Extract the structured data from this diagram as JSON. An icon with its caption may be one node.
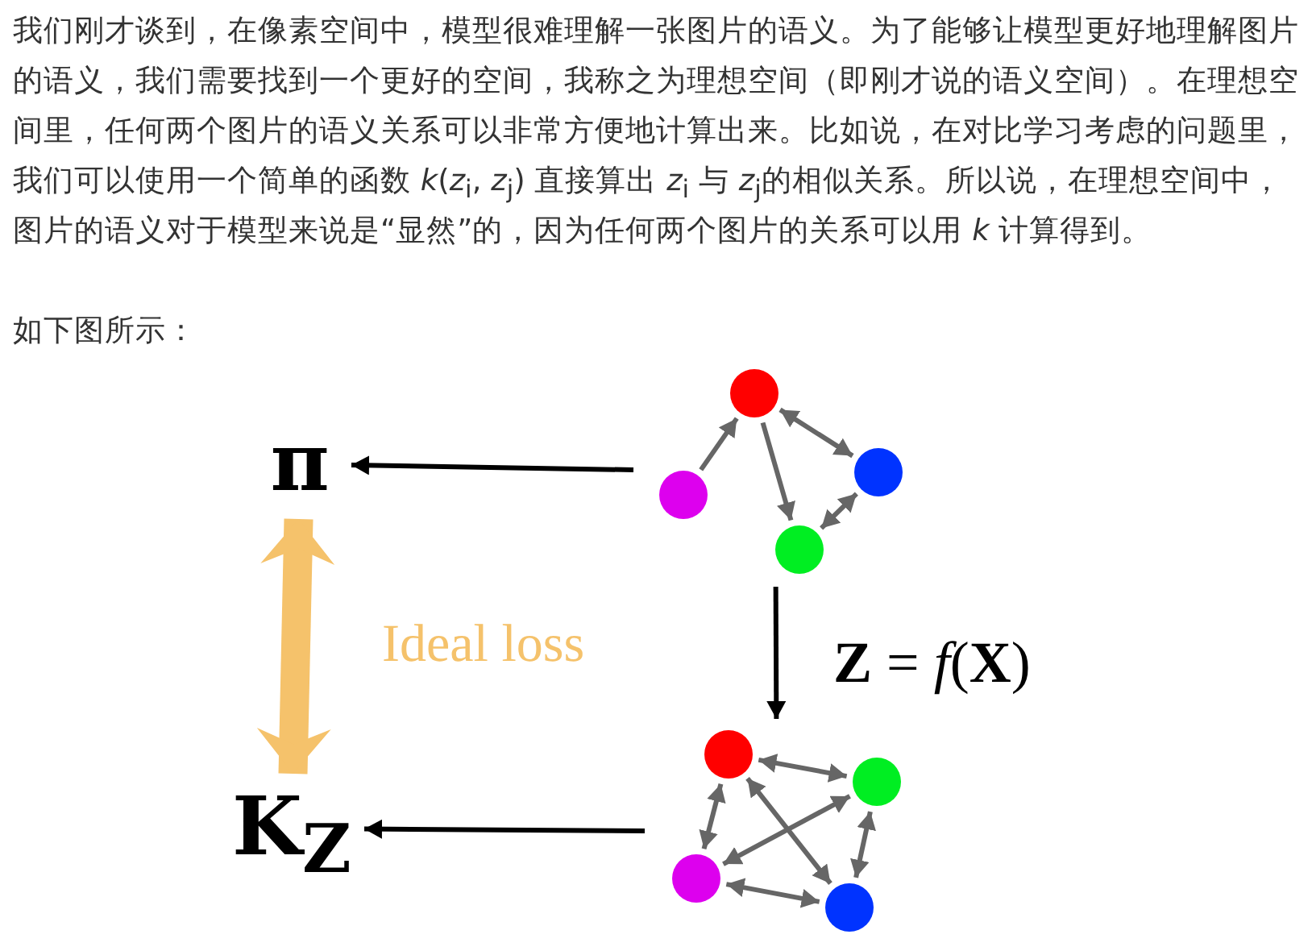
{
  "diagram": {
    "nodes": [
      {
        "text": [
          "π"
        ]
      },
      {
        "text": [],
        "shape": "graph"
      },
      {
        "text": [],
        "shape": "circle",
        "in": 1
      },
      {
        "text": [],
        "shape": "circle",
        "in": 1
      },
      {
        "text": [],
        "shape": "circle",
        "in": 1
      },
      {
        "text": [],
        "shape": "circle",
        "in": 1
      },
      {
        "text": [],
        "shape": "graph"
      },
      {
        "text": [],
        "shape": "circle",
        "in": 6
      },
      {
        "text": [],
        "shape": "circle",
        "in": 6
      },
      {
        "text": [],
        "shape": "circle",
        "in": 6
      },
      {
        "text": [],
        "shape": "circle",
        "in": 6
      },
      {
        "text": [
          "K$_{Z}$"
        ]
      }
    ],
    "edges": [
      {
        "from": 1,
        "to": 0,
        "arrow": "to",
        "color": "#000000"
      },
      {
        "from": 1,
        "to": 6,
        "arrow": "to",
        "label": "**Z** = *f*(**X**)",
        "color": "#000000"
      },
      {
        "from": 6,
        "to": 11,
        "arrow": "to",
        "color": "#000000"
      },
      {
        "from": 0,
        "to": 11,
        "arrow": "both",
        "label": "Ideal loss",
        "color": "#f5c26b",
        "style": "thick"
      },
      {
        "from": 3,
        "to": 2,
        "arrow": "to"
      },
      {
        "from": 2,
        "to": 5,
        "arrow": "to"
      },
      {
        "from": 2,
        "to": 4,
        "arrow": "both"
      },
      {
        "from": 4,
        "to": 5,
        "arrow": "both"
      },
      {
        "from": 7,
        "to": 8,
        "arrow": "both"
      },
      {
        "from": 7,
        "to": 9,
        "arrow": "both"
      },
      {
        "from": 7,
        "to": 10,
        "arrow": "both"
      },
      {
        "from": 9,
        "to": 8,
        "arrow": "both"
      },
      {
        "from": 9,
        "to": 10,
        "arrow": "both"
      },
      {
        "from": 8,
        "to": 10,
        "arrow": "both"
      }
    ],
    "labels": [
      "我们刚才谈到，在像素空间中，模型很难理解一张图片的语义。为了能够让模型更好地理解图片的语义，我们需要找到一个更好的空间，我称之为理想空间（即刚才说的语义空间）。在理想空间里，任何两个图片的语义关系可以非常方便地计算出来。比如说，在对比学习考虑的问题里，我们可以使用一个简单的函数 *k*(*z*$_{i}$, *z*$_{j}$) 直接算出 *z*$_{i}$ 与 *z*$_{j}$的相似关系。所以说，在理想空间中，图片的语义对于模型来说是“显然”的，因为任何两个图片的关系可以用 *k* 计算得到。",
      "如下图所示："
    ]
  }
}
